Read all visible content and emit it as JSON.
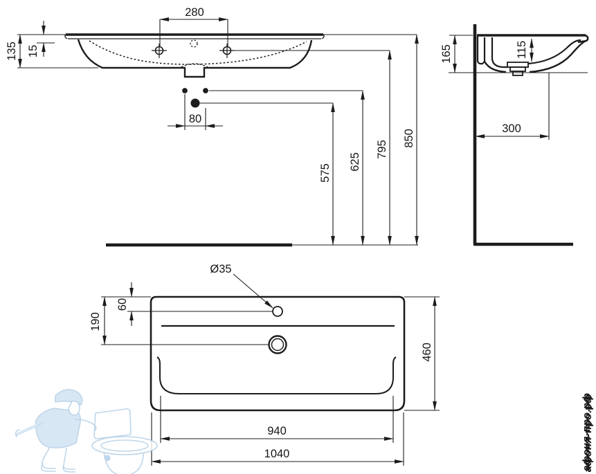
{
  "drawing": {
    "type": "technical-dimension-drawing",
    "subject": "wall-hung washbasin",
    "line_color": "#1c1c1c",
    "views": {
      "front": {
        "dims": {
          "tap_hole_spacing": "280",
          "front_height": "135",
          "rim_thickness": "15",
          "outlet_hole_spacing": "80",
          "siphon_height": "575",
          "outlet_holes_height": "625",
          "tap_holes_height": "795",
          "rim_height": "850"
        }
      },
      "side": {
        "dims": {
          "side_height": "165",
          "bowl_depth": "115",
          "wall_offset": "300"
        }
      },
      "plan": {
        "dims": {
          "tap_hole_diameter": "Ø35",
          "tap_hole_offset": "60",
          "drain_offset": "190",
          "overall_depth": "460",
          "bowl_width": "940",
          "overall_width": "1040"
        }
      }
    }
  },
  "watermark": {
    "text": "афоня-про.рф",
    "text_color": "#d2d2d2",
    "mascot": "plumber-with-toilet",
    "mascot_color": "#afcce5"
  }
}
